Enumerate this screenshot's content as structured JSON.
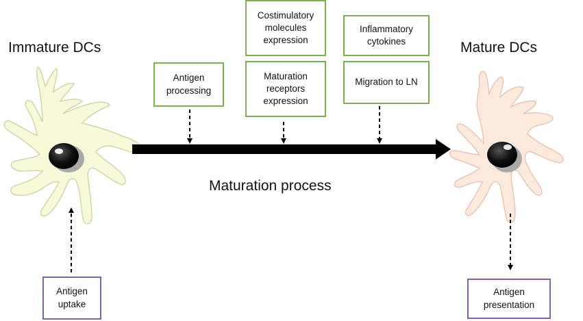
{
  "labels": {
    "immature": "Immature DCs",
    "mature": "Mature DCs",
    "process": "Maturation process"
  },
  "boxes": {
    "antigen_processing": "Antigen\nprocessing",
    "costimulatory": "Costimulatory\nmolecules\nexpression",
    "maturation_receptors": "Maturation\nreceptors\nexpression",
    "inflammatory": "Inflammatory\ncytokines",
    "migration": "Migration to LN",
    "antigen_uptake": "Antigen\nuptake",
    "antigen_presentation": "Antigen\npresentation"
  },
  "colors": {
    "immature_cell_fill": "#f7f9d9",
    "immature_cell_stroke": "#cfd8a8",
    "mature_cell_fill": "#fbe9de",
    "mature_cell_stroke": "#ecc6b4",
    "green_box_border": "#7ab04e",
    "purple_box_border": "#8064a2",
    "arrow": "#000000"
  }
}
